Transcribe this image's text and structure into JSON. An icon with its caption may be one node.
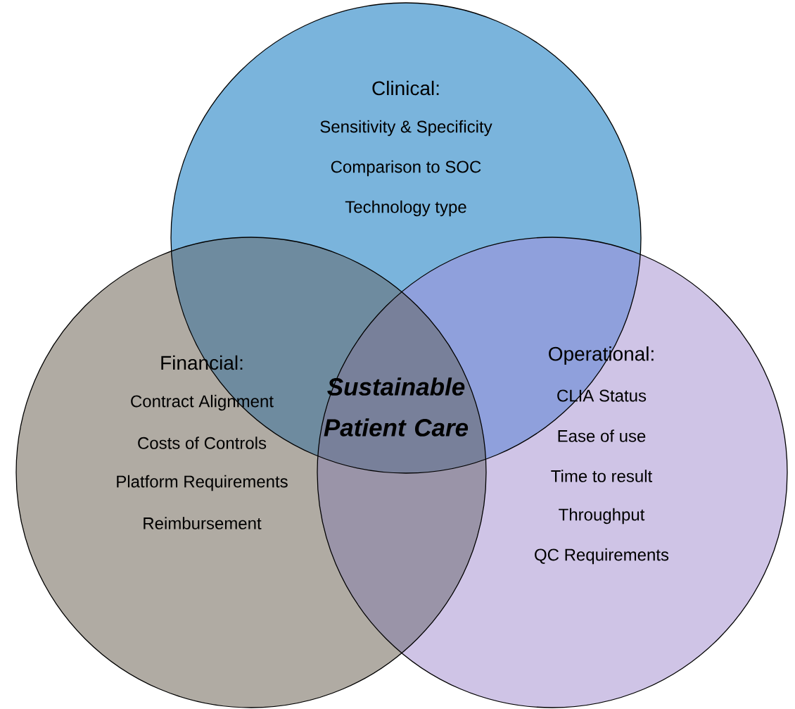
{
  "diagram": {
    "nodes": [
      {
        "text": [
          "Clinical:",
          "Sensitivity & Specificity",
          "Comparison to SOC",
          "Technology type"
        ]
      },
      {
        "text": [
          "Financial:",
          "Contract Alignment",
          "Costs of Controls",
          "Platform Requirements",
          "Reimbursement"
        ]
      },
      {
        "text": [
          "Operational:",
          "CLIA Status",
          "Ease of use",
          "Time to result",
          "Throughput",
          "QC Requirements"
        ]
      }
    ],
    "labels": [
      "Sustainable Patient Care"
    ]
  }
}
